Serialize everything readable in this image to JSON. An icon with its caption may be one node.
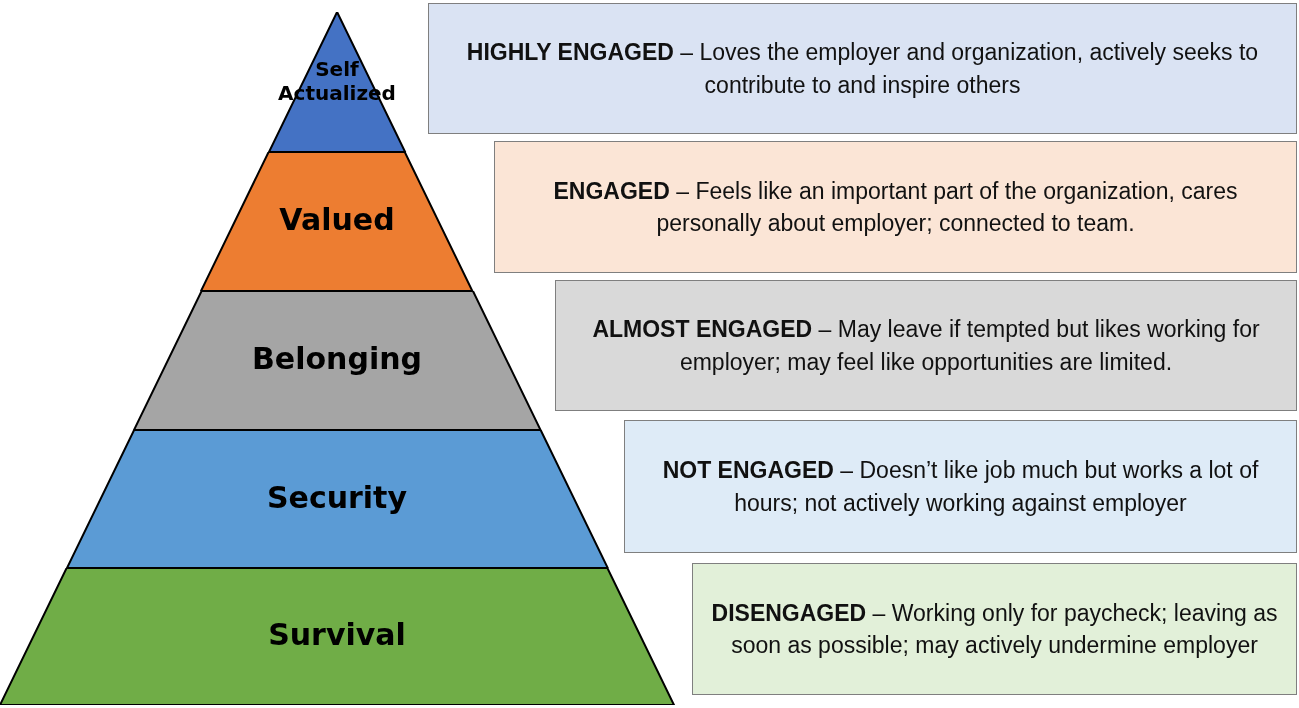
{
  "diagram": {
    "nodes": [
      {
        "text": [
          "Self Actualized"
        ]
      },
      {
        "text": [
          "**HIGHLY ENGAGED** – Loves the employer and organization, actively seeks to contribute to and inspire others"
        ]
      },
      {
        "text": [
          "Valued"
        ]
      },
      {
        "text": [
          "**ENGAGED** – Feels like an important part of the organization, cares personally about employer; connected to team."
        ]
      },
      {
        "text": [
          "Belonging"
        ]
      },
      {
        "text": [
          "**ALMOST ENGAGED** – May leave if tempted but likes working for employer; may feel like opportunities are limited."
        ]
      },
      {
        "text": [
          "Security"
        ]
      },
      {
        "text": [
          "**NOT ENGAGED** – Doesn’t like job much but works a lot of hours; not actively working against employer"
        ]
      },
      {
        "text": [
          "Survival"
        ]
      },
      {
        "text": [
          "**DISENGAGED** – Working only for paycheck; leaving as soon as possible; may actively undermine employer"
        ]
      }
    ]
  }
}
